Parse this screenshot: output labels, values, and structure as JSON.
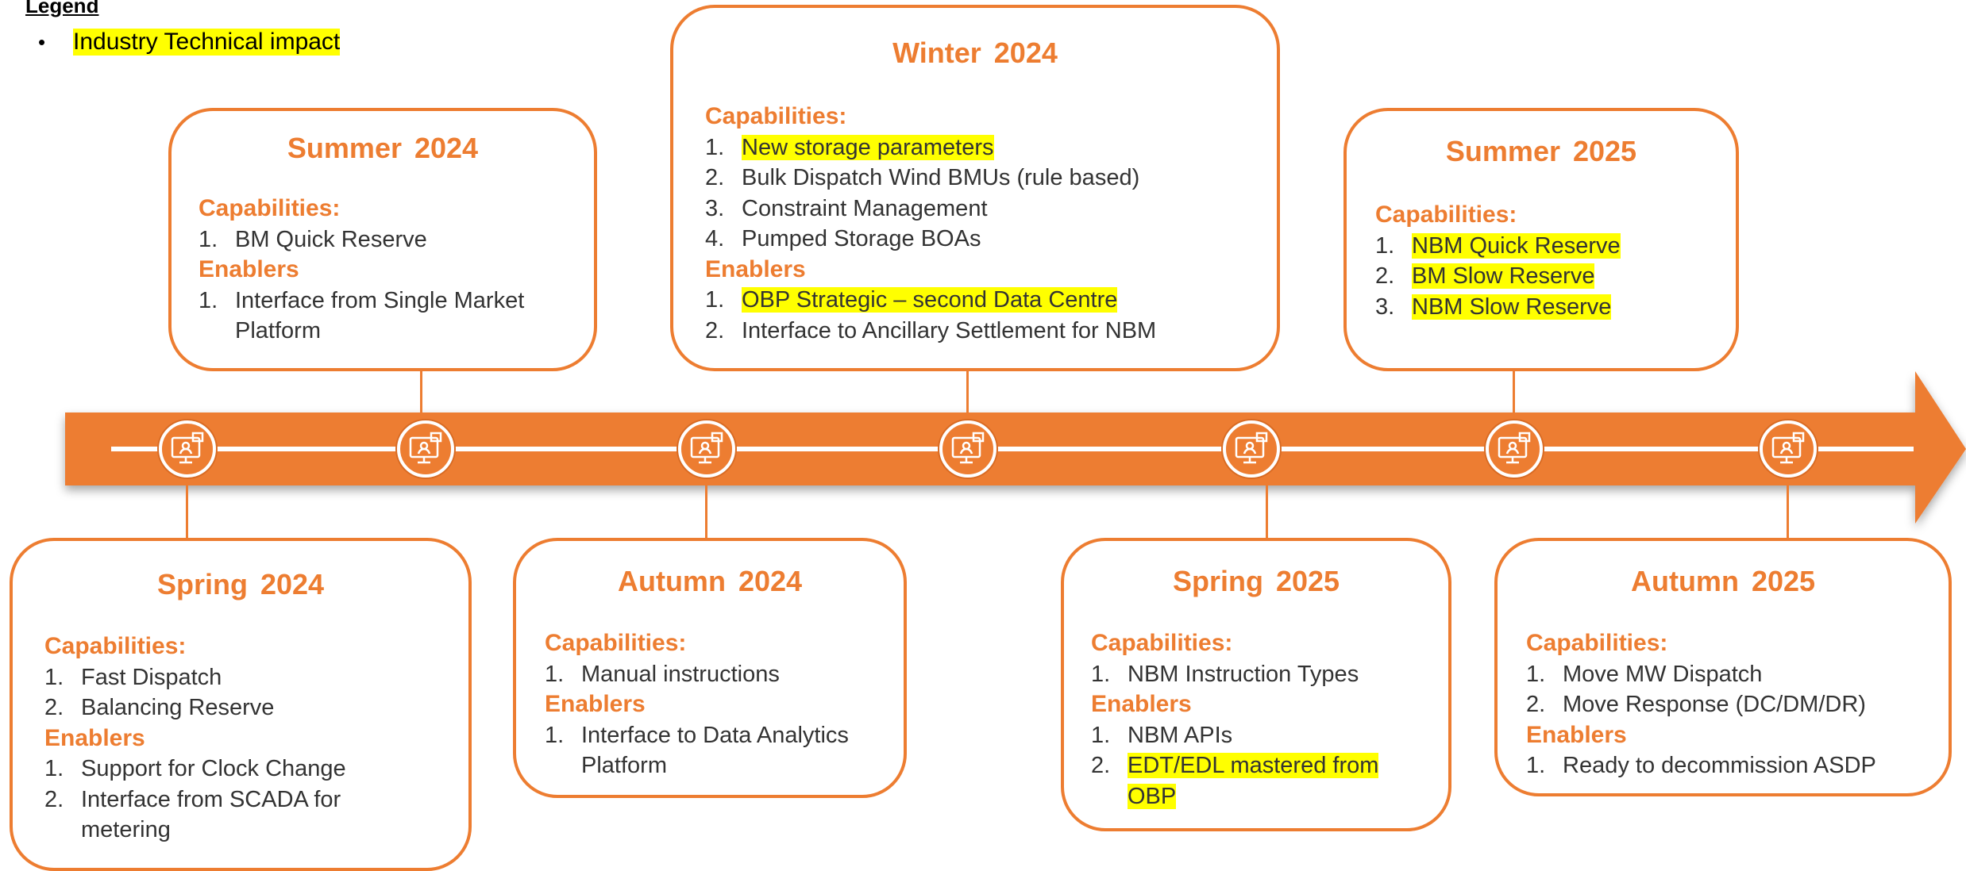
{
  "legend": {
    "title": "Legend",
    "bullet": "•",
    "items": [
      {
        "label": "Industry Technical impact",
        "color": "#ffff00"
      }
    ]
  },
  "colors": {
    "accent": "#ed7d31",
    "highlight": "#ffff00",
    "text": "#333333"
  },
  "icon": "monitor-user-icon",
  "milestones": {
    "summer2024": {
      "title": "Summer 2024",
      "cap_label": "Capabilities:",
      "capabilities": [
        {
          "num": "1.",
          "text": "BM Quick Reserve"
        }
      ],
      "en_label": "Enablers",
      "enablers": [
        {
          "num": "1.",
          "text": "Interface from Single Market Platform"
        }
      ]
    },
    "winter2024": {
      "title": "Winter 2024",
      "cap_label": "Capabilities:",
      "capabilities": [
        {
          "num": "1.",
          "text": "New storage parameters",
          "highlight": true
        },
        {
          "num": "2.",
          "text": "Bulk Dispatch Wind BMUs (rule based)"
        },
        {
          "num": "3.",
          "text": "Constraint Management"
        },
        {
          "num": "4.",
          "text": "Pumped Storage BOAs"
        }
      ],
      "en_label": "Enablers",
      "enablers": [
        {
          "num": "1.",
          "text": "OBP Strategic – second Data Centre",
          "highlight": true
        },
        {
          "num": "2.",
          "text": "Interface to Ancillary Settlement for NBM"
        }
      ]
    },
    "summer2025": {
      "title": "Summer 2025",
      "cap_label": "Capabilities:",
      "capabilities": [
        {
          "num": "1.",
          "text": "NBM Quick Reserve",
          "highlight": true
        },
        {
          "num": "2.",
          "text": "BM Slow Reserve",
          "highlight": true
        },
        {
          "num": "3.",
          "text": "NBM Slow Reserve",
          "highlight": true
        }
      ]
    },
    "spring2024": {
      "title": "Spring 2024",
      "cap_label": "Capabilities:",
      "capabilities": [
        {
          "num": "1.",
          "text": "Fast Dispatch"
        },
        {
          "num": "2.",
          "text": "Balancing Reserve"
        }
      ],
      "en_label": "Enablers",
      "enablers": [
        {
          "num": "1.",
          "text": "Support for Clock Change"
        },
        {
          "num": "2.",
          "text": "Interface from SCADA for metering"
        }
      ]
    },
    "autumn2024": {
      "title": "Autumn 2024",
      "cap_label": "Capabilities:",
      "capabilities": [
        {
          "num": "1.",
          "text": "Manual instructions"
        }
      ],
      "en_label": "Enablers",
      "enablers": [
        {
          "num": "1.",
          "text": "Interface to Data Analytics Platform"
        }
      ]
    },
    "spring2025": {
      "title": "Spring 2025",
      "cap_label": "Capabilities:",
      "capabilities": [
        {
          "num": "1.",
          "text": "NBM Instruction Types"
        }
      ],
      "en_label": "Enablers",
      "enablers": [
        {
          "num": "1.",
          "text": "NBM APIs"
        },
        {
          "num": "2.",
          "text": "EDT/EDL mastered from OBP",
          "highlight": true
        }
      ]
    },
    "autumn2025": {
      "title": "Autumn 2025",
      "cap_label": "Capabilities:",
      "capabilities": [
        {
          "num": "1.",
          "text": "Move MW Dispatch"
        },
        {
          "num": "2.",
          "text": "Move Response (DC/DM/DR)"
        }
      ],
      "en_label": "Enablers",
      "enablers": [
        {
          "num": "1.",
          "text": "Ready to decommission ASDP"
        }
      ]
    }
  }
}
